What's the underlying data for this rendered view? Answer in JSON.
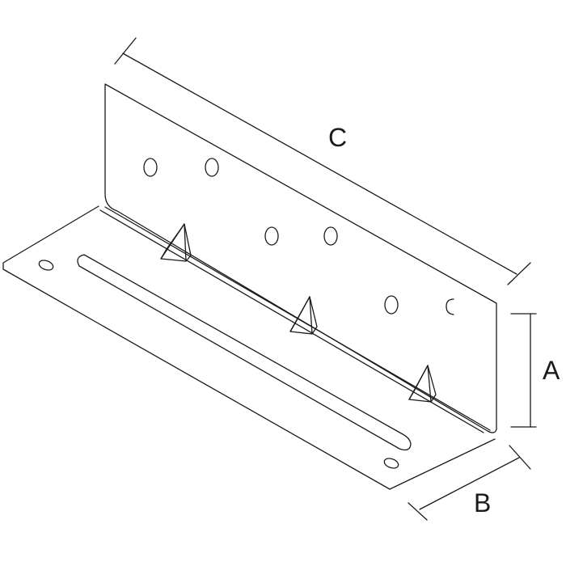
{
  "diagram": {
    "dimension_labels": {
      "length": "C",
      "height": "A",
      "width": "B"
    },
    "colors": {
      "line": "#1a1a1a",
      "background": "#ffffff"
    }
  }
}
